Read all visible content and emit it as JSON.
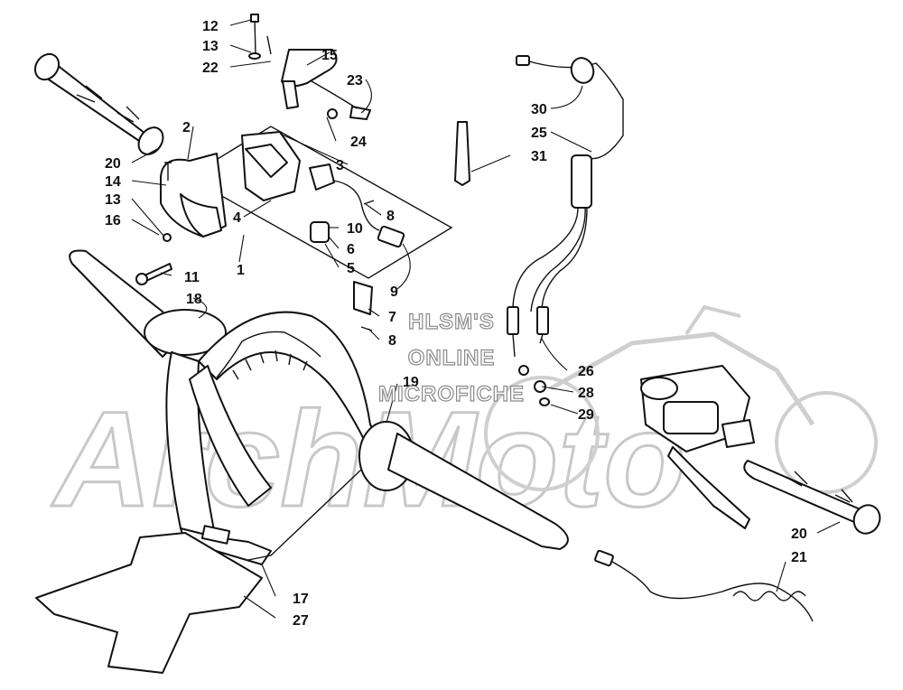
{
  "watermark": {
    "brand": "ArchMoto",
    "lines": [
      "HLSM'S",
      "ONLINE",
      "MICROFICHE"
    ]
  },
  "callouts": [
    "12",
    "13",
    "22",
    "15",
    "23",
    "2",
    "24",
    "3",
    "20",
    "14",
    "13",
    "16",
    "4",
    "8",
    "10",
    "6",
    "5",
    "1",
    "11",
    "9",
    "18",
    "7",
    "8",
    "19",
    "30",
    "25",
    "31",
    "26",
    "28",
    "29",
    "17",
    "27",
    "20",
    "21"
  ]
}
